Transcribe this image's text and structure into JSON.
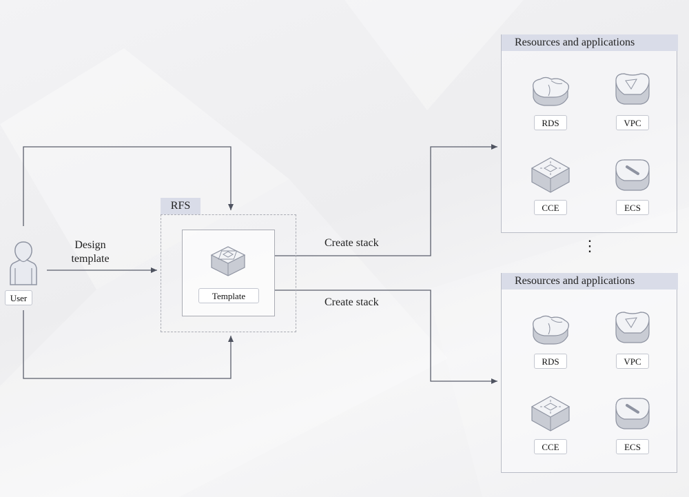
{
  "diagram": {
    "rfs_label": "RFS",
    "template_label": "Template",
    "user_label": "User",
    "design_label_line1": "Design",
    "design_label_line2": "template",
    "create_stack_top": "Create stack",
    "create_stack_bottom": "Create stack",
    "ellipsis": "⋮",
    "panels": [
      {
        "title": "Resources and applications",
        "items": [
          {
            "label": "RDS",
            "icon": "rds-icon"
          },
          {
            "label": "VPC",
            "icon": "vpc-icon"
          },
          {
            "label": "CCE",
            "icon": "cce-icon"
          },
          {
            "label": "ECS",
            "icon": "ecs-icon"
          }
        ]
      },
      {
        "title": "Resources and applications",
        "items": [
          {
            "label": "RDS",
            "icon": "rds-icon"
          },
          {
            "label": "VPC",
            "icon": "vpc-icon"
          },
          {
            "label": "CCE",
            "icon": "cce-icon"
          },
          {
            "label": "ECS",
            "icon": "ecs-icon"
          }
        ]
      }
    ],
    "colors": {
      "line": "#5a5e6b",
      "title_bg": "#d9dce8",
      "icon_top": "#f2f3f6",
      "icon_side": "#c9ccd4"
    }
  }
}
